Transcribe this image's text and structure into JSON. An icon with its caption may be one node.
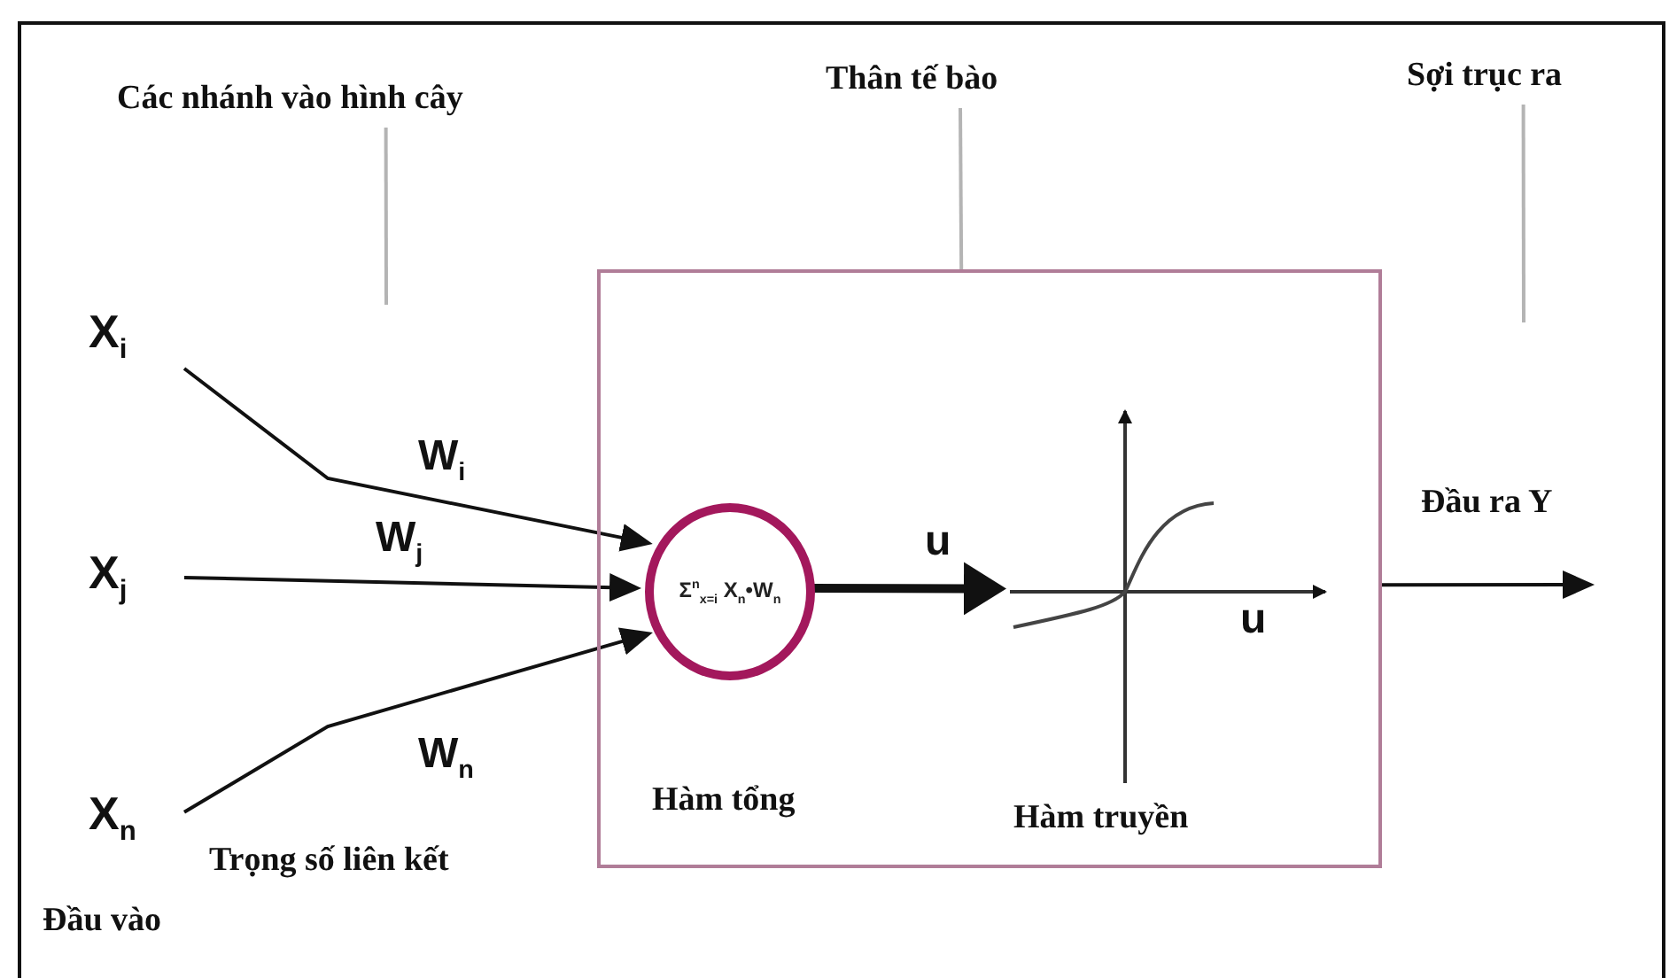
{
  "diagram": {
    "nodes": [
      {
        "text": [
          "Các nhánh vào hình cây"
        ]
      },
      {
        "text": [
          "Thân tế bào"
        ]
      },
      {
        "text": [
          "Sợi trục ra"
        ]
      },
      {
        "text": [
          "X$_{i}$"
        ]
      },
      {
        "text": [
          "X$_{j}$"
        ]
      },
      {
        "text": [
          "X$_{n}$"
        ]
      },
      {
        "text": [],
        "shape": "box"
      },
      {
        "text": [
          "Σ$^{n}$$_{x=i}$ X$_{n}$•W$_{n}$"
        ],
        "in": 6,
        "beside": [
          "Hàm tổng"
        ]
      },
      {
        "text": [],
        "shape": "picture",
        "in": 6,
        "beside": [
          "Hàm truyền"
        ]
      }
    ],
    "edges": [
      {
        "from": 3,
        "to": 7,
        "arrow": "to",
        "label": "W$_{i}$"
      },
      {
        "from": 4,
        "to": 7,
        "arrow": "to",
        "label": "W$_{j}$"
      },
      {
        "from": 5,
        "to": 7,
        "arrow": "to",
        "label": "W$_{n}$"
      },
      {
        "from": 7,
        "to": 8,
        "arrow": "to",
        "label": "u",
        "style": "thick"
      },
      {
        "from": 6,
        "to": null,
        "arrow": "to",
        "label": "Đầu ra Y"
      },
      {
        "from": 0,
        "to": null,
        "arrow": "none",
        "color": "#b4b4b4"
      },
      {
        "from": 1,
        "to": 6,
        "arrow": "none",
        "color": "#b4b4b4"
      },
      {
        "from": 2,
        "to": null,
        "arrow": "none",
        "color": "#b4b4b4"
      }
    ],
    "labels": [
      "u",
      "Trọng số liên kết",
      "Đầu vào"
    ]
  }
}
